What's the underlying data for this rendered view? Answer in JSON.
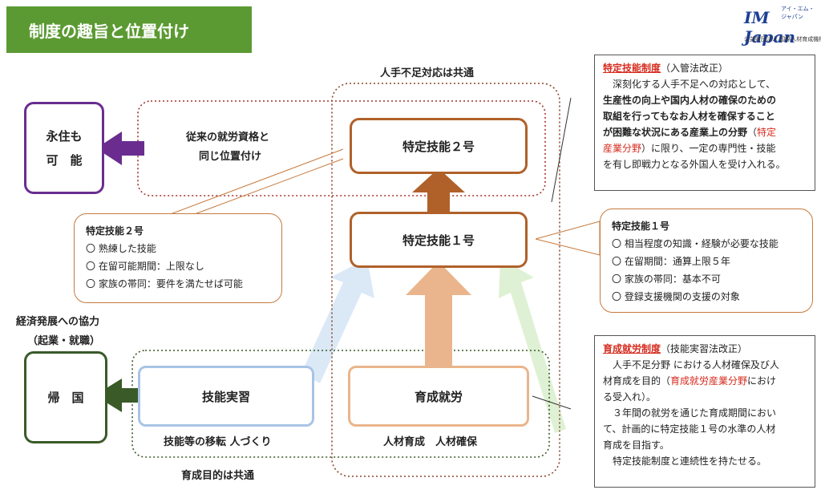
{
  "header": {
    "title": "制度の趣旨と位置付け"
  },
  "logo": {
    "main": "IM Japan",
    "kana": "アイ・エム・ジャパン",
    "sub": "公益財団法人 国際人材育成機構"
  },
  "top_label": "人手不足対応は共通",
  "boxes": {
    "tokutei2": "特定技能２号",
    "tokutei1": "特定技能１号",
    "eiju_line1": "永住も",
    "eiju_line2": "可　能",
    "kikoku": "帰　国",
    "ginou_jisshu": "技能実習",
    "ikusei_shuro": "育成就労"
  },
  "labels": {
    "conventional_line1": "従来の就労資格と",
    "conventional_line2": "同じ位置付け",
    "econ_line1": "経済発展への協力",
    "econ_line2": "（起業・就職）",
    "transfer": "技能等の移転 人づくり",
    "ikusei_sub": "人材育成　人材確保",
    "bottom": "育成目的は共通"
  },
  "callout_2go": {
    "head": "特定技能２号",
    "items": [
      "〇 熟練した技能",
      "〇 在留可能期間：上限なし",
      "〇 家族の帯同：要件を満たせば可能"
    ]
  },
  "callout_1go": {
    "head": "特定技能１号",
    "items": [
      "〇 相当程度の知識・経験が必要な技能",
      "〇 在留期間：通算上限５年",
      "〇 家族の帯同：基本不可",
      "〇 登録支援機関の支援の対象"
    ]
  },
  "tokutei_seido": {
    "title": "特定技能制度",
    "title_note": "（入管法改正）",
    "l1": "　深刻化する人手不足への対応として、",
    "l2": "生産性の向上や国内人材の確保のための",
    "l3": "取組を行ってもなお人材を確保すること",
    "l4a": "が困難な状況にある産業上の分野",
    "l4b": "（",
    "l4c": "特定",
    "l5a": "産業分野",
    "l5b": "）に限り、一定の専門性・技能",
    "l6": "を有し即戦力となる外国人を受け入れる。"
  },
  "ikusei_seido": {
    "title": "育成就労制度",
    "title_note": "（技能実習法改正）",
    "l1": "　人手不足分野 における人材確保及び人",
    "l2a": "材育成を目的（",
    "l2b": "育成就労産業分野",
    "l2c": "におけ",
    "l3": "る受入れ）。",
    "l4": "　３年間の就労を通じた育成期間におい",
    "l5": "て、計画的に特定技能１号の水準の人材",
    "l6": "育成を目指す。",
    "l7": "　特定技能制度と連続性を持たせる。"
  },
  "colors": {
    "title_bg": "#5b9a32",
    "brown": "#b0612a",
    "purple": "#6a2d8f",
    "dark_green": "#3a5a28",
    "blue": "#a8c4e6",
    "peach": "#eab58c",
    "red": "#d62b1e"
  }
}
